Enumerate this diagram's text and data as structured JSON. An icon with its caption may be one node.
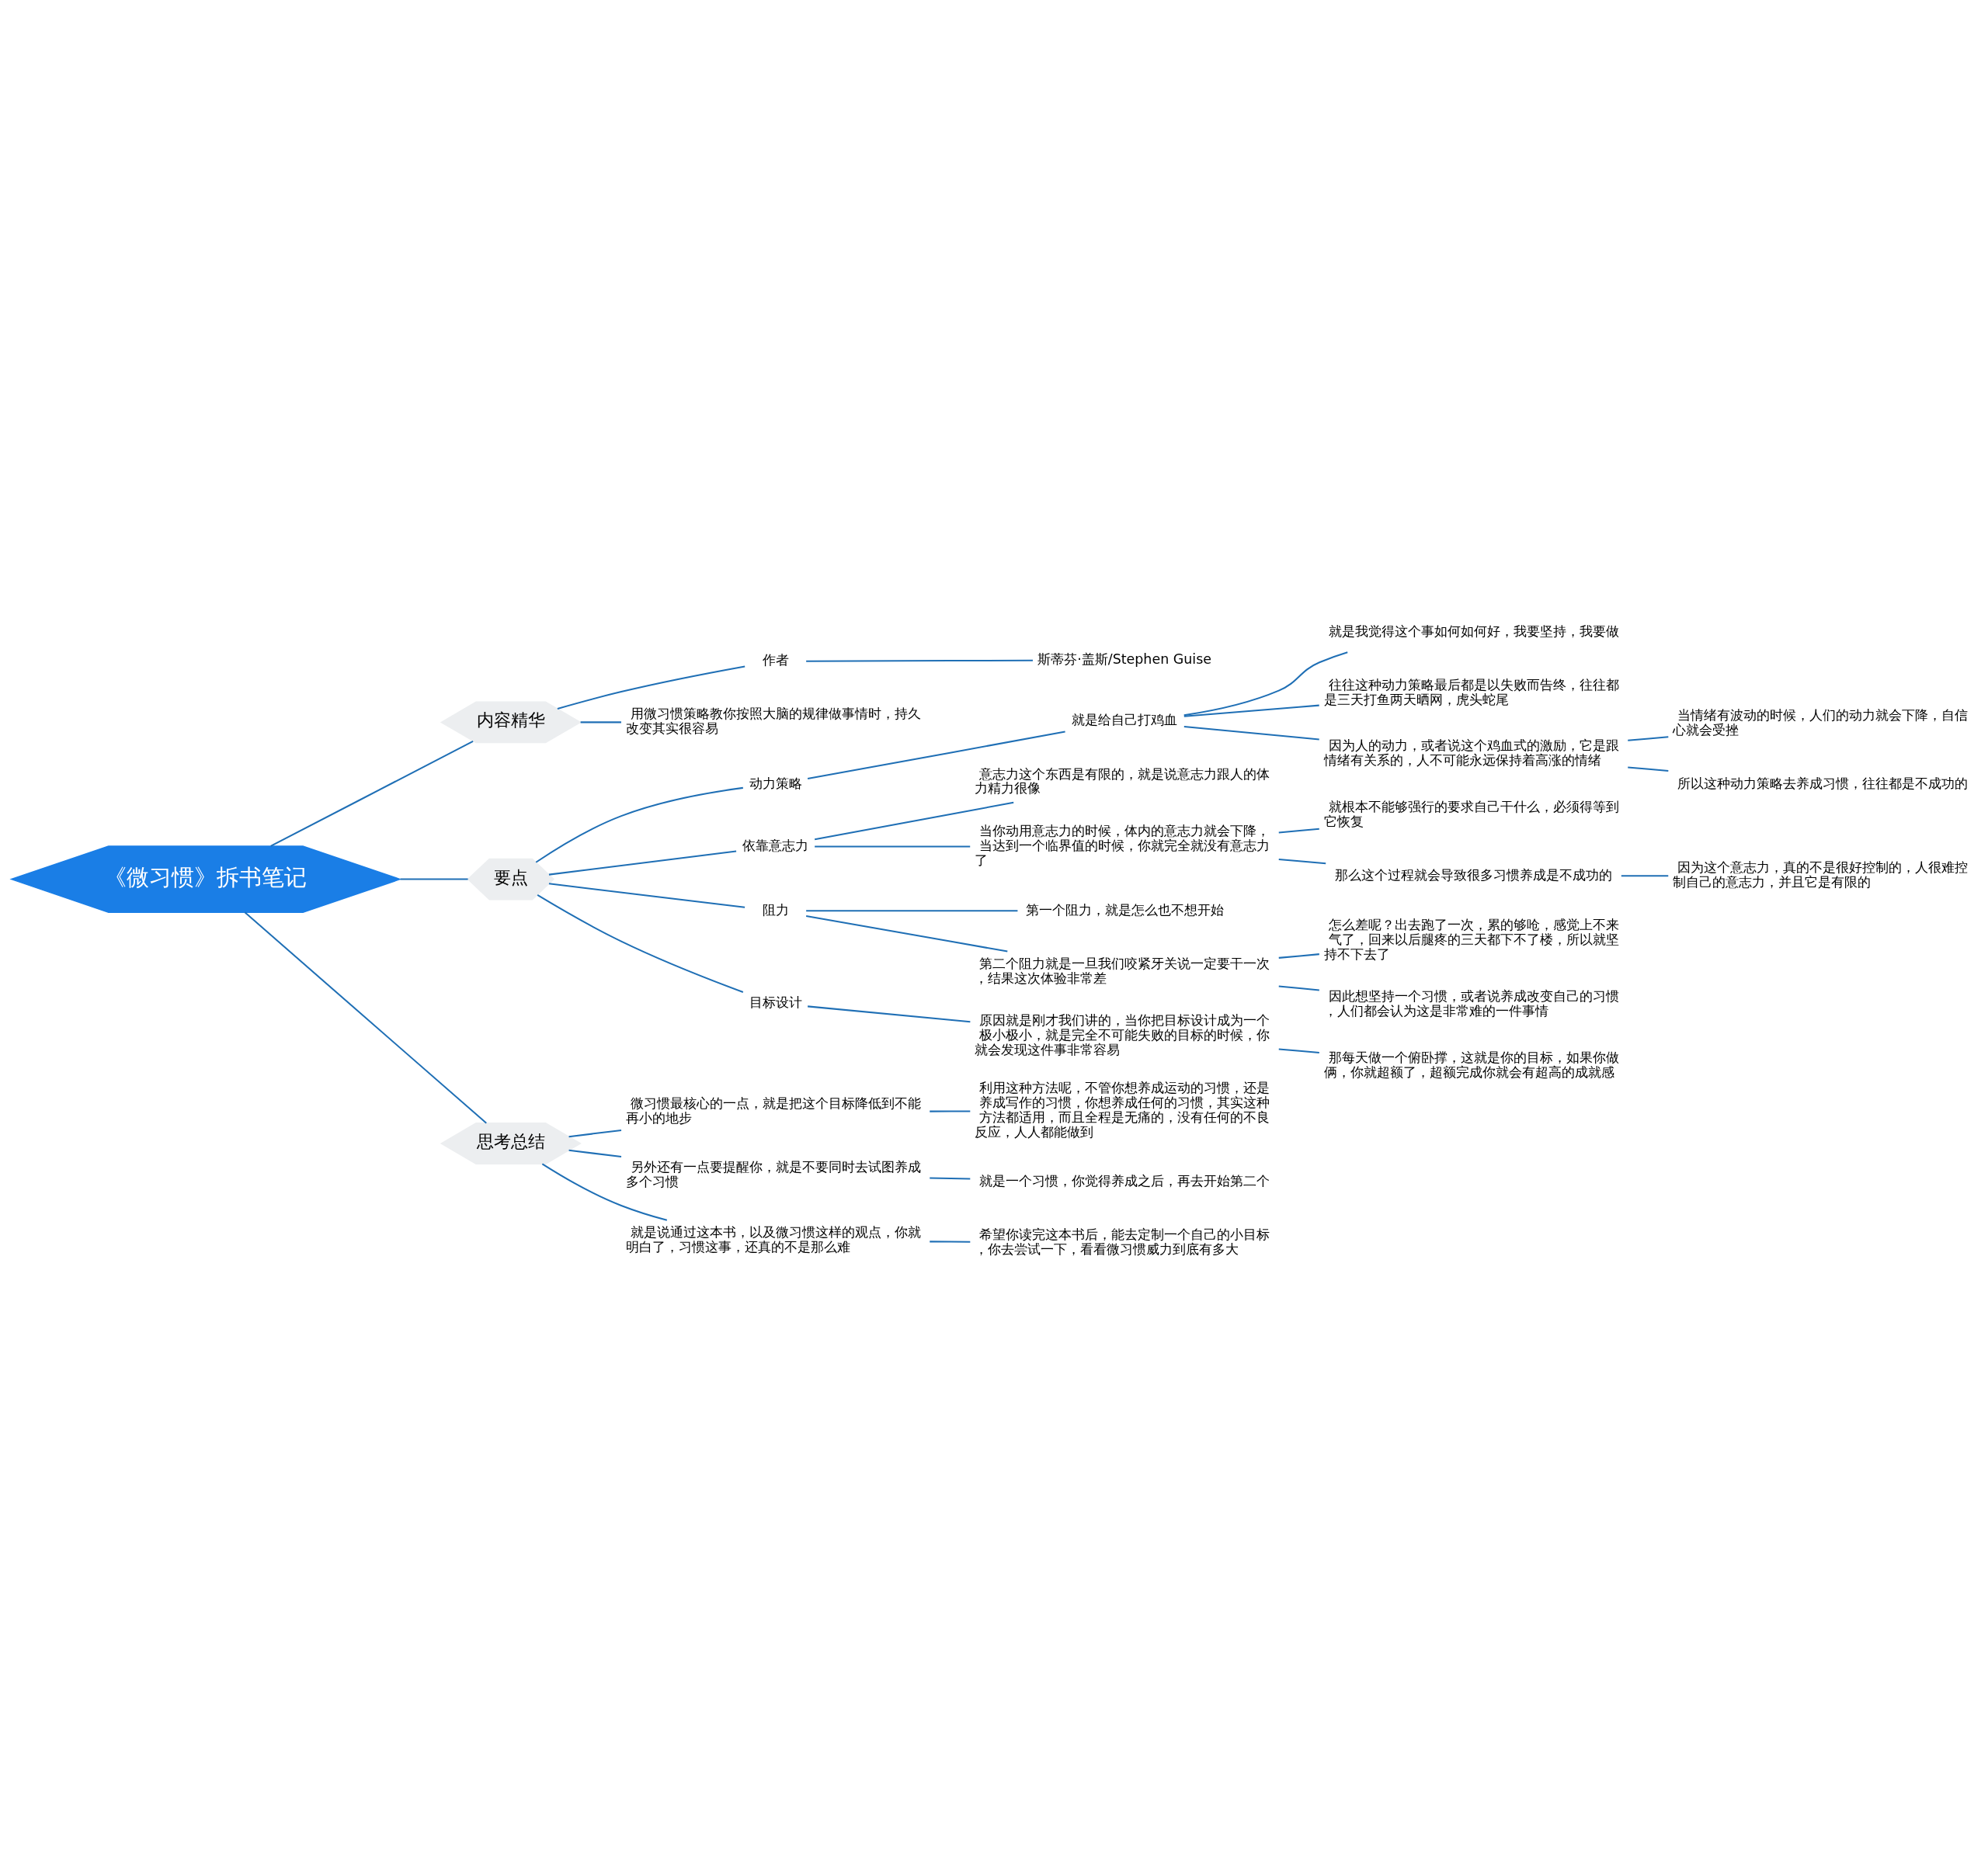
{
  "diagram": {
    "nodes": [
      {
        "text": [
          "《微习惯》拆书笔记"
        ]
      },
      {
        "text": [
          "内容精华"
        ]
      },
      {
        "text": [
          "作者"
        ]
      },
      {
        "text": [
          "斯蒂芬·盖斯/Stephen Guise"
        ]
      },
      {
        "text": [
          "用微习惯策略教你按照大脑的规律做事情时，持久改变其实很容易"
        ]
      },
      {
        "text": [
          "要点"
        ]
      },
      {
        "text": [
          "动力策略"
        ]
      },
      {
        "text": [
          "就是给自己打鸡血"
        ]
      },
      {
        "text": [
          "就是我觉得这个事如何如何好，我要坚持，我要做"
        ]
      },
      {
        "text": [
          "往往这种动力策略最后都是以失败而告终，往往都是三天打鱼两天晒网，虎头蛇尾"
        ]
      },
      {
        "text": [
          "因为人的动力，或者说这个鸡血式的激励，它是跟情绪有关系的，人不可能永远保持着高涨的情绪"
        ]
      },
      {
        "text": [
          "当情绪有波动的时候，人们的动力就会下降，自信心就会受挫"
        ]
      },
      {
        "text": [
          "所以这种动力策略去养成习惯，往往都是不成功的"
        ]
      },
      {
        "text": [
          "依靠意志力"
        ]
      },
      {
        "text": [
          "意志力这个东西是有限的，就是说意志力跟人的体力精力很像"
        ]
      },
      {
        "text": [
          "当你动用意志力的时候，体内的意志力就会下降，当达到一个临界值的时候，你就完全就没有意志力了"
        ]
      },
      {
        "text": [
          "就根本不能够强行的要求自己干什么，必须得等到它恢复"
        ]
      },
      {
        "text": [
          "那么这个过程就会导致很多习惯养成是不成功的"
        ]
      },
      {
        "text": [
          "因为这个意志力，真的不是很好控制的，人很难控制自己的意志力，并且它是有限的"
        ]
      },
      {
        "text": [
          "阻力"
        ]
      },
      {
        "text": [
          "第一个阻力，就是怎么也不想开始"
        ]
      },
      {
        "text": [
          "第二个阻力就是一旦我们咬紧牙关说一定要干一次，结果这次体验非常差"
        ]
      },
      {
        "text": [
          "怎么差呢？出去跑了一次，累的够呛，感觉上不来气了，回来以后腿疼的三天都下不了楼，所以就坚持不下去了"
        ]
      },
      {
        "text": [
          "因此想坚持一个习惯，或者说养成改变自己的习惯，人们都会认为这是非常难的一件事情"
        ]
      },
      {
        "text": [
          "目标设计"
        ]
      },
      {
        "text": [
          "原因就是刚才我们讲的，当你把目标设计成为一个极小极小，就是完全不可能失败的目标的时候，你就会发现这件事非常容易"
        ]
      },
      {
        "text": [
          "那每天做一个俯卧撑，这就是你的目标，如果你做俩，你就超额了，超额完成你就会有超高的成就感"
        ]
      },
      {
        "text": [
          "思考总结"
        ]
      },
      {
        "text": [
          "微习惯最核心的一点，就是把这个目标降低到不能再小的地步"
        ]
      },
      {
        "text": [
          "利用这种方法呢，不管你想养成运动的习惯，还是养成写作的习惯，你想养成任何的习惯，其实这种方法都适用，而且全程是无痛的，没有任何的不良反应，人人都能做到"
        ]
      },
      {
        "text": [
          "另外还有一点要提醒你，就是不要同时去试图养成多个习惯"
        ]
      },
      {
        "text": [
          "就是一个习惯，你觉得养成之后，再去开始第二个"
        ]
      },
      {
        "text": [
          "就是说通过这本书，以及微习惯这样的观点，你就明白了，习惯这事，还真的不是那么难"
        ]
      },
      {
        "text": [
          "希望你读完这本书后，能去定制一个自己的小目标，你去尝试一下，看看微习惯威力到底有多大"
        ]
      }
    ],
    "edges": [
      {
        "from": 0,
        "to": 1,
        "arrow": "none"
      },
      {
        "from": 1,
        "to": 2,
        "arrow": "none"
      },
      {
        "from": 2,
        "to": 3,
        "arrow": "none"
      },
      {
        "from": 1,
        "to": 4,
        "arrow": "none"
      },
      {
        "from": 0,
        "to": 5,
        "arrow": "none"
      },
      {
        "from": 5,
        "to": 6,
        "arrow": "none"
      },
      {
        "from": 6,
        "to": 7,
        "arrow": "none"
      },
      {
        "from": 7,
        "to": 8,
        "arrow": "none"
      },
      {
        "from": 7,
        "to": 9,
        "arrow": "none"
      },
      {
        "from": 7,
        "to": 10,
        "arrow": "none"
      },
      {
        "from": 10,
        "to": 11,
        "arrow": "none"
      },
      {
        "from": 10,
        "to": 12,
        "arrow": "none"
      },
      {
        "from": 5,
        "to": 13,
        "arrow": "none"
      },
      {
        "from": 13,
        "to": 14,
        "arrow": "none"
      },
      {
        "from": 13,
        "to": 15,
        "arrow": "none"
      },
      {
        "from": 15,
        "to": 16,
        "arrow": "none"
      },
      {
        "from": 15,
        "to": 17,
        "arrow": "none"
      },
      {
        "from": 17,
        "to": 18,
        "arrow": "none"
      },
      {
        "from": 5,
        "to": 19,
        "arrow": "none"
      },
      {
        "from": 19,
        "to": 20,
        "arrow": "none"
      },
      {
        "from": 19,
        "to": 21,
        "arrow": "none"
      },
      {
        "from": 21,
        "to": 22,
        "arrow": "none"
      },
      {
        "from": 21,
        "to": 23,
        "arrow": "none"
      },
      {
        "from": 5,
        "to": 24,
        "arrow": "none"
      },
      {
        "from": 24,
        "to": 25,
        "arrow": "none"
      },
      {
        "from": 25,
        "to": 26,
        "arrow": "none"
      },
      {
        "from": 0,
        "to": 27,
        "arrow": "none"
      },
      {
        "from": 27,
        "to": 28,
        "arrow": "none"
      },
      {
        "from": 28,
        "to": 29,
        "arrow": "none"
      },
      {
        "from": 27,
        "to": 30,
        "arrow": "none"
      },
      {
        "from": 30,
        "to": 31,
        "arrow": "none"
      },
      {
        "from": 27,
        "to": 32,
        "arrow": "none"
      },
      {
        "from": 32,
        "to": 33,
        "arrow": "none"
      }
    ]
  }
}
